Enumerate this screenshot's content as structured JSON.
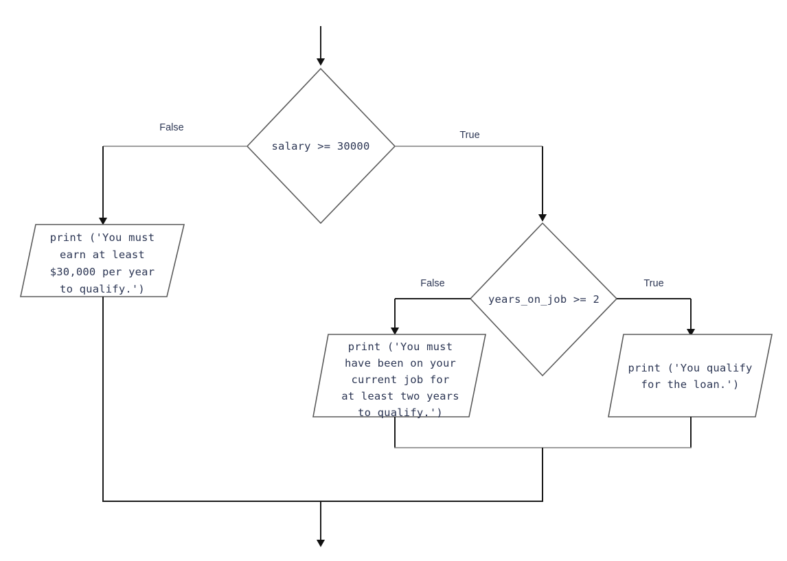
{
  "diagram": {
    "type": "flowchart",
    "title": "Loan qualification decision flowchart",
    "colors": {
      "background": "#ffffff",
      "shape_stroke": "#5a5a5a",
      "connector_dark": "#1a1a1a",
      "connector_light": "#7d7d7d",
      "text": "#2b3553"
    },
    "decisions": [
      {
        "id": "salary-decision",
        "condition": "salary >= 30000",
        "false_label": "False",
        "true_label": "True"
      },
      {
        "id": "years-decision",
        "condition": "years_on_job >= 2",
        "false_label": "False",
        "true_label": "True"
      }
    ],
    "outputs": [
      {
        "id": "salary-fail-output",
        "lines": [
          "print ('You must",
          "earn at least",
          "$30,000 per year",
          "to qualify.')"
        ]
      },
      {
        "id": "years-fail-output",
        "lines": [
          "print ('You must",
          "have been on your",
          "current job for",
          "at least two years",
          "to qualify.')"
        ]
      },
      {
        "id": "qualify-output",
        "lines": [
          "print ('You qualify",
          "for the loan.')"
        ]
      }
    ]
  }
}
